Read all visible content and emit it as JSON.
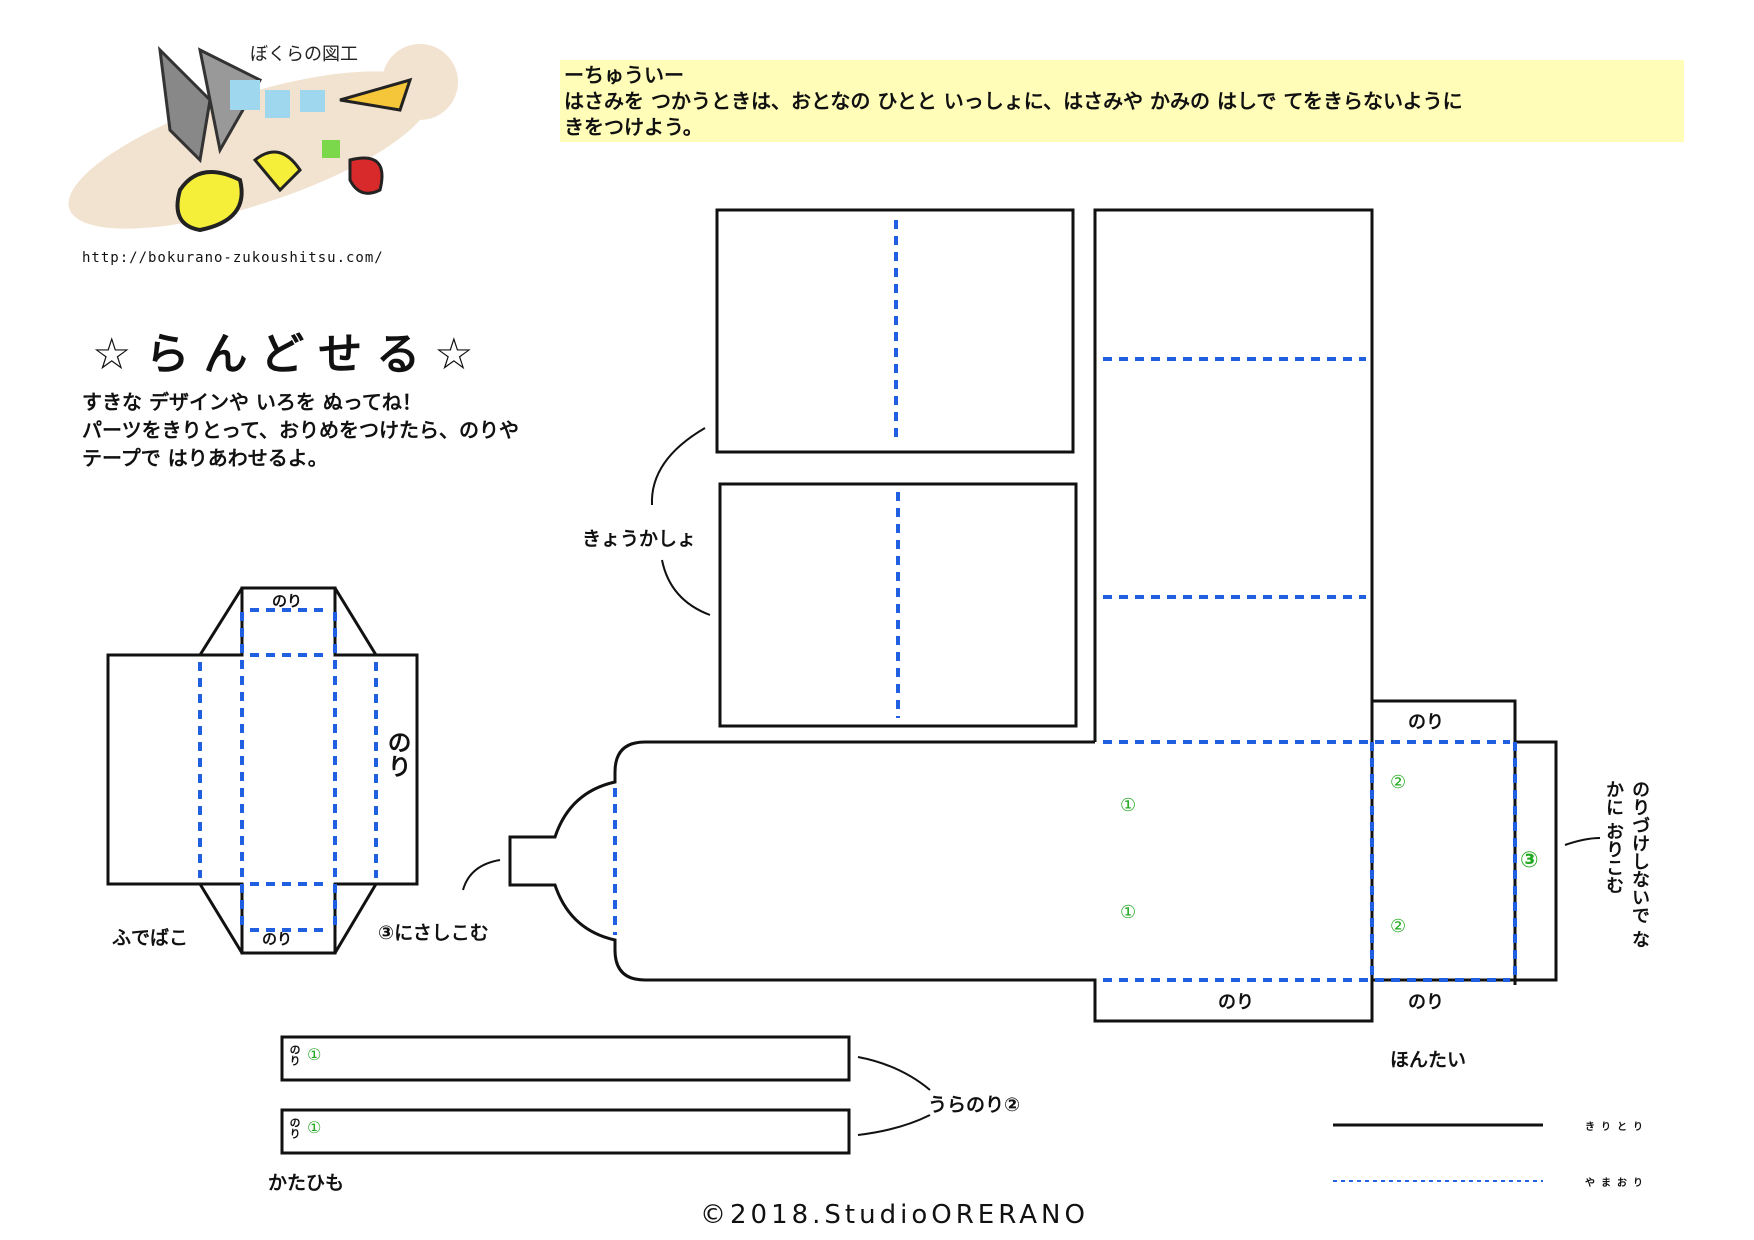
{
  "logo": {
    "brand_text": "ぼくらの図工",
    "url": "http://bokurano-zukoushitsu.com/"
  },
  "caution": {
    "heading": "ーちゅういー",
    "line1": "はさみを つかうときは、おとなの ひとと いっしょに、はさみや かみの はしで てをきらないように",
    "line2": "きをつけよう。"
  },
  "title": "☆らんどせる☆",
  "instructions": [
    "すきな デザインや いろを ぬってね！",
    "パーツをきりとって、おりめをつけたら、のりや",
    "テープで はりあわせるよ。"
  ],
  "parts": {
    "textbooks": "きょうかしょ",
    "pencil_case": "ふでばこ",
    "body": "ほんたい",
    "straps": "かたひも"
  },
  "glue": {
    "nori": "のり",
    "strap_nori": "のり",
    "insert": "③にさしこむ",
    "fold_in": "のりづけしないで なかに おりこむ",
    "back_glue": "うらのり②"
  },
  "marks": {
    "m1": "①",
    "m2": "②",
    "m3": "③"
  },
  "legend": {
    "cut_line": "きりとり",
    "mountain_fold": "やまおり"
  },
  "colors": {
    "fold_line": "#1f5fe0",
    "marker": "#22aa22",
    "caution_bg": "#fffdb8"
  },
  "copyright": "©2018.StudioORERANO"
}
